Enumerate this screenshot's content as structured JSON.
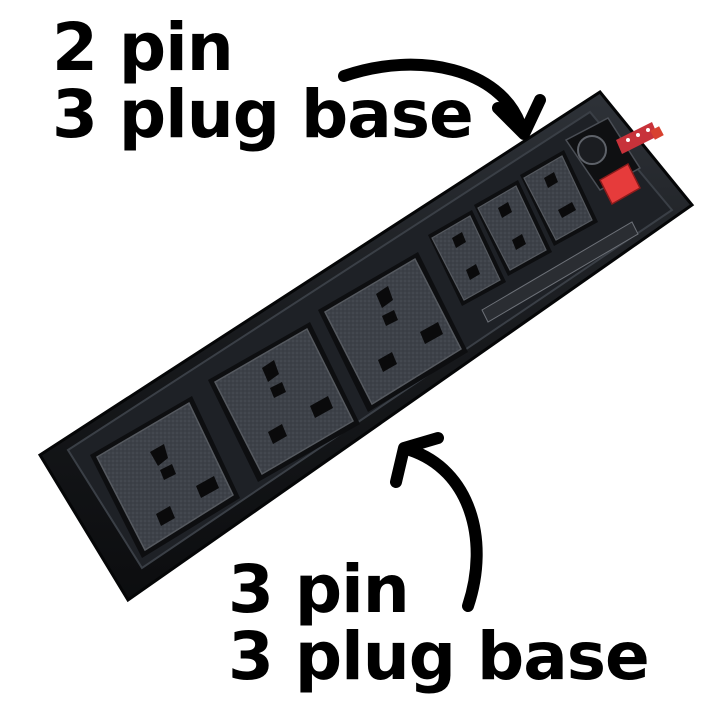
{
  "captions": {
    "top": {
      "line1": "2 pin",
      "line2": "3 plug base"
    },
    "bottom": {
      "line1": "3 pin",
      "line2": "3 plug base"
    }
  },
  "colors": {
    "background": "#ffffff",
    "text": "#000000",
    "strip_body": "#17191c",
    "strip_highlight": "#3a3f46",
    "socket_face": "#3c4047",
    "switch_red": "#e63b3b"
  },
  "icons": {
    "arrow_top": "curved-arrow-down-right",
    "arrow_bottom": "curved-arrow-up-left"
  }
}
